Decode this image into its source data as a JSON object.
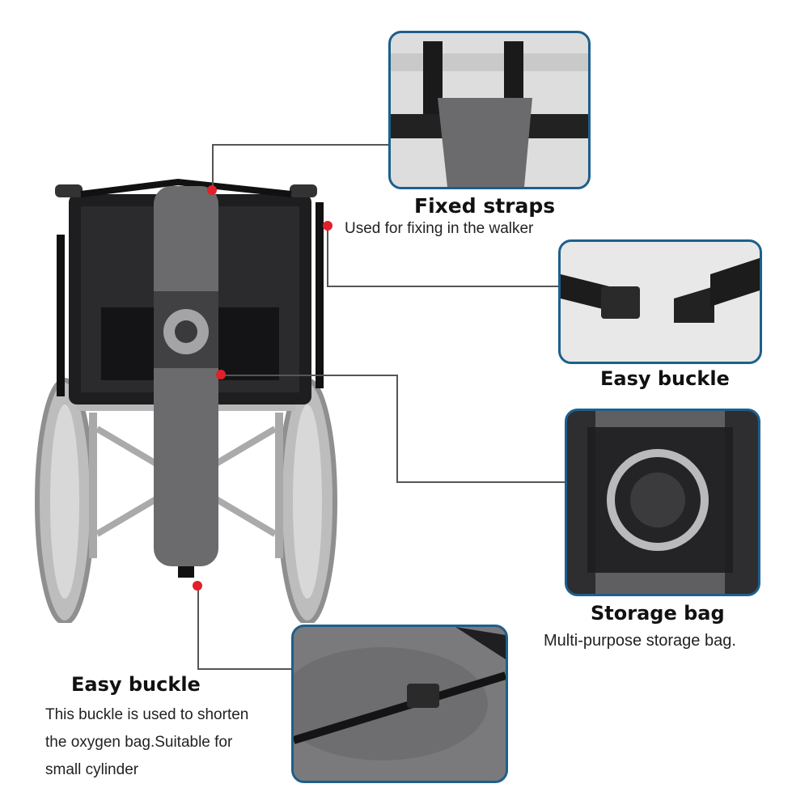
{
  "features": [
    {
      "title": "Fixed straps",
      "description": "Used for fixing in the walker"
    },
    {
      "title": "Easy buckle",
      "description": ""
    },
    {
      "title": "Storage bag",
      "description": "Multi-purpose storage bag."
    },
    {
      "title": "Easy buckle",
      "description_lines": [
        "This buckle is used to shorten",
        "the oxygen bag.Suitable for",
        "small cylinder"
      ]
    }
  ],
  "colors": {
    "frame_border": "#1d5f8c",
    "marker": "#e0202a",
    "bag": "#6b6b6d",
    "chair": "#1e1e20"
  }
}
